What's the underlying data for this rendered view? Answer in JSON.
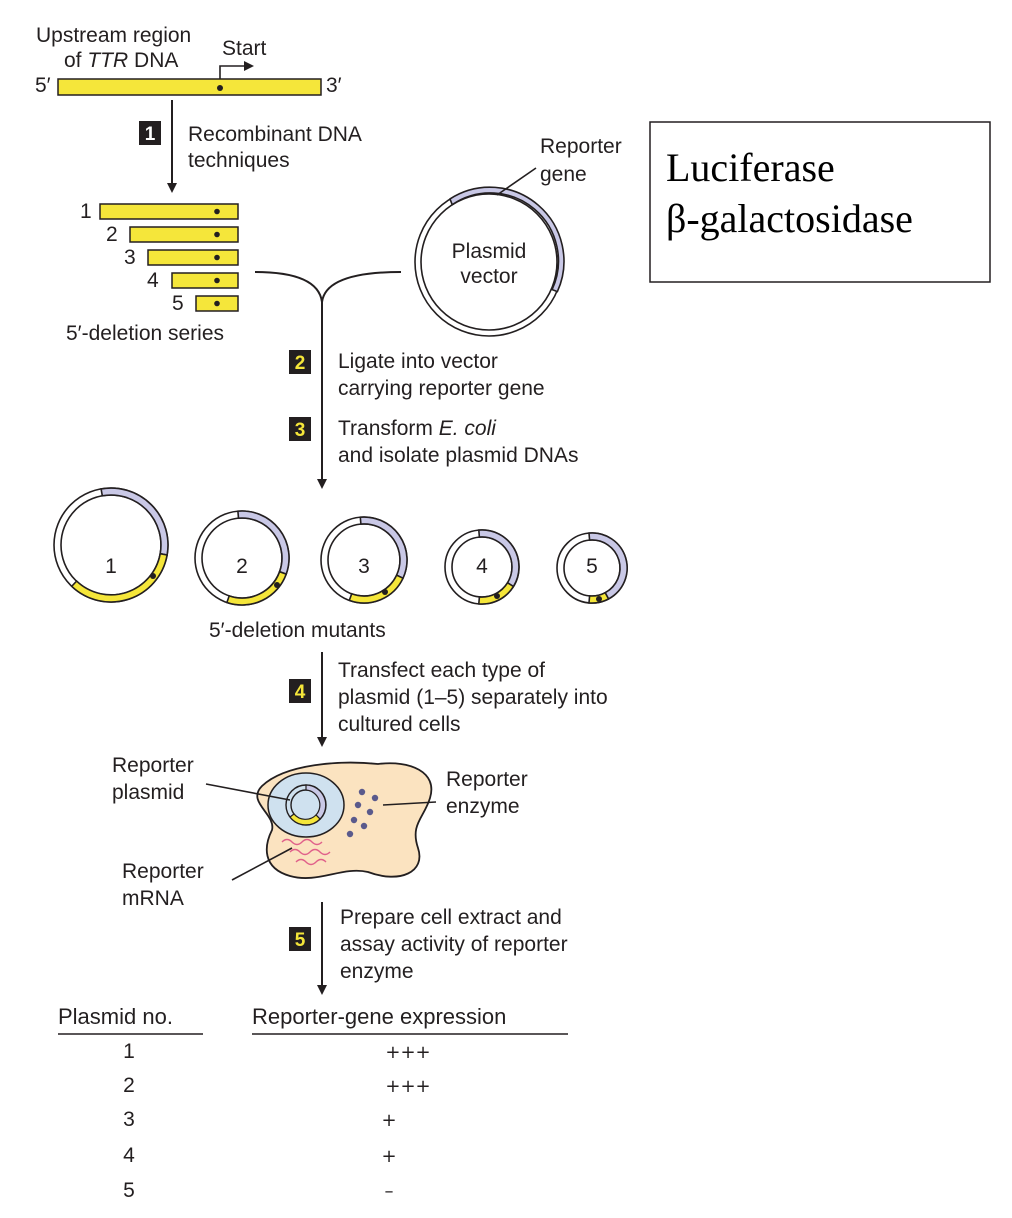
{
  "colors": {
    "dna_fill": "#f5e63a",
    "dna_stroke": "#231f20",
    "reporter_fill": "#c9c8e6",
    "cell_fill": "#fbe3c0",
    "nucleus_fill": "#cfe1ef",
    "enzyme_dot": "#5a5a8c",
    "mrna": "#e0608a",
    "step_badge_bg": "#231f20",
    "step1_text": "#ffffff",
    "step_other_text": "#f5e63a"
  },
  "top": {
    "upstream_line1": "Upstream region",
    "upstream_line2_pre": "of ",
    "upstream_line2_italic": "TTR",
    "upstream_line2_post": " DNA",
    "five_prime": "5′",
    "three_prime": "3′",
    "start": "Start"
  },
  "steps": [
    {
      "num": "1",
      "lines": [
        "Recombinant DNA",
        "techniques"
      ]
    },
    {
      "num": "2",
      "lines": [
        "Ligate into vector",
        "carrying reporter gene"
      ]
    },
    {
      "num": "3",
      "line1_pre": "Transform ",
      "line1_italic": "E. coli",
      "lines": [
        "and isolate plasmid DNAs"
      ]
    },
    {
      "num": "4",
      "lines": [
        "Transfect each type of",
        "plasmid (1–5) separately into",
        "cultured cells"
      ]
    },
    {
      "num": "5",
      "lines": [
        "Prepare cell extract and",
        "assay activity of reporter",
        "enzyme"
      ]
    }
  ],
  "deletion_series": {
    "numbers": [
      "1",
      "2",
      "3",
      "4",
      "5"
    ],
    "label": "5′-deletion series"
  },
  "plasmid_vector": {
    "reporter_line1": "Reporter",
    "reporter_line2": "gene",
    "line1": "Plasmid",
    "line2": "vector"
  },
  "reporter_box": {
    "line1": "Luciferase",
    "line2": "β-galactosidase"
  },
  "mutants": {
    "numbers": [
      "1",
      "2",
      "3",
      "4",
      "5"
    ],
    "label": "5′-deletion mutants"
  },
  "cell": {
    "reporter_plasmid_1": "Reporter",
    "reporter_plasmid_2": "plasmid",
    "reporter_enzyme_1": "Reporter",
    "reporter_enzyme_2": "enzyme",
    "reporter_mrna_1": "Reporter",
    "reporter_mrna_2": "mRNA"
  },
  "table": {
    "col1": "Plasmid no.",
    "col2": "Reporter-gene expression",
    "rows": [
      {
        "no": "1",
        "expr": "+++"
      },
      {
        "no": "2",
        "expr": "+++"
      },
      {
        "no": "3",
        "expr": "+"
      },
      {
        "no": "4",
        "expr": "+"
      },
      {
        "no": "5",
        "expr": "–"
      }
    ]
  }
}
